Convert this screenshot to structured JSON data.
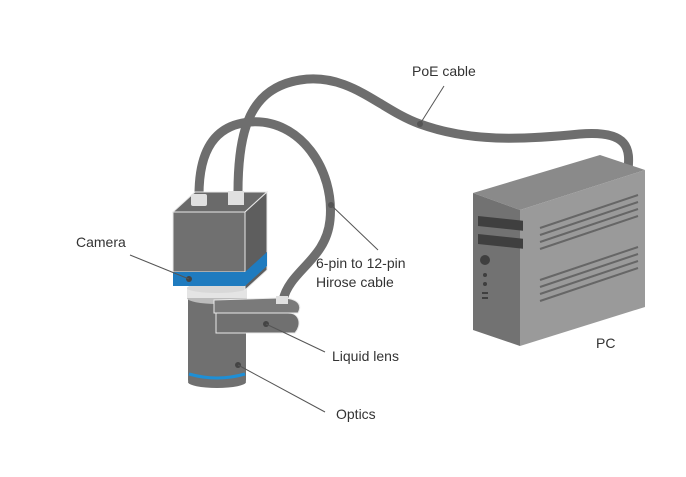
{
  "labels": {
    "poe_cable": "PoE cable",
    "camera": "Camera",
    "hirose_line1": "6-pin to 12-pin",
    "hirose_line2": "Hirose cable",
    "liquid_lens": "Liquid lens",
    "optics": "Optics",
    "pc": "PC"
  },
  "colors": {
    "body_gray": "#707070",
    "cable_gray": "#6e6e6e",
    "accent_blue": "#1f7bbf",
    "connector_light": "#e0e0e0",
    "pc_front": "#727272",
    "pc_side": "#9a9a9a",
    "pc_top": "#8a8a8a"
  }
}
